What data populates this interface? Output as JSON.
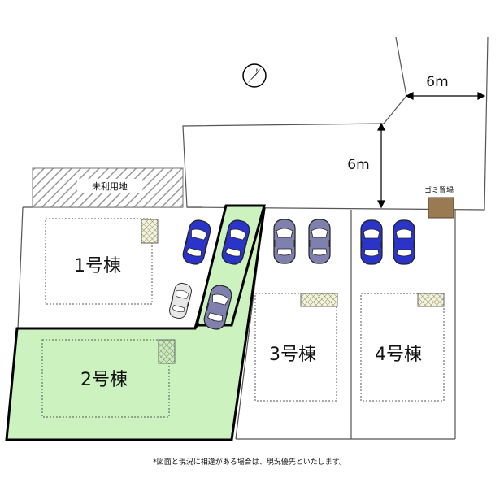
{
  "plot": {
    "compass_label": "N",
    "dim_top": "6m",
    "dim_side": "6m",
    "unused_land": "未利用地",
    "garbage_area": "ゴミ置場",
    "buildings": [
      {
        "label": "1号棟"
      },
      {
        "label": "2号棟"
      },
      {
        "label": "3号棟"
      },
      {
        "label": "4号棟"
      }
    ],
    "note": "*図面と現況に相違がある場合は、現況優先といたします。"
  },
  "colors": {
    "highlight_fill": "#ccf2c0",
    "highlight_border": "#000000",
    "car_blue": "#2b34c8",
    "car_purple": "#7f80ad",
    "car_white": "#e8e8e8",
    "garbage": "#9a7a52"
  }
}
